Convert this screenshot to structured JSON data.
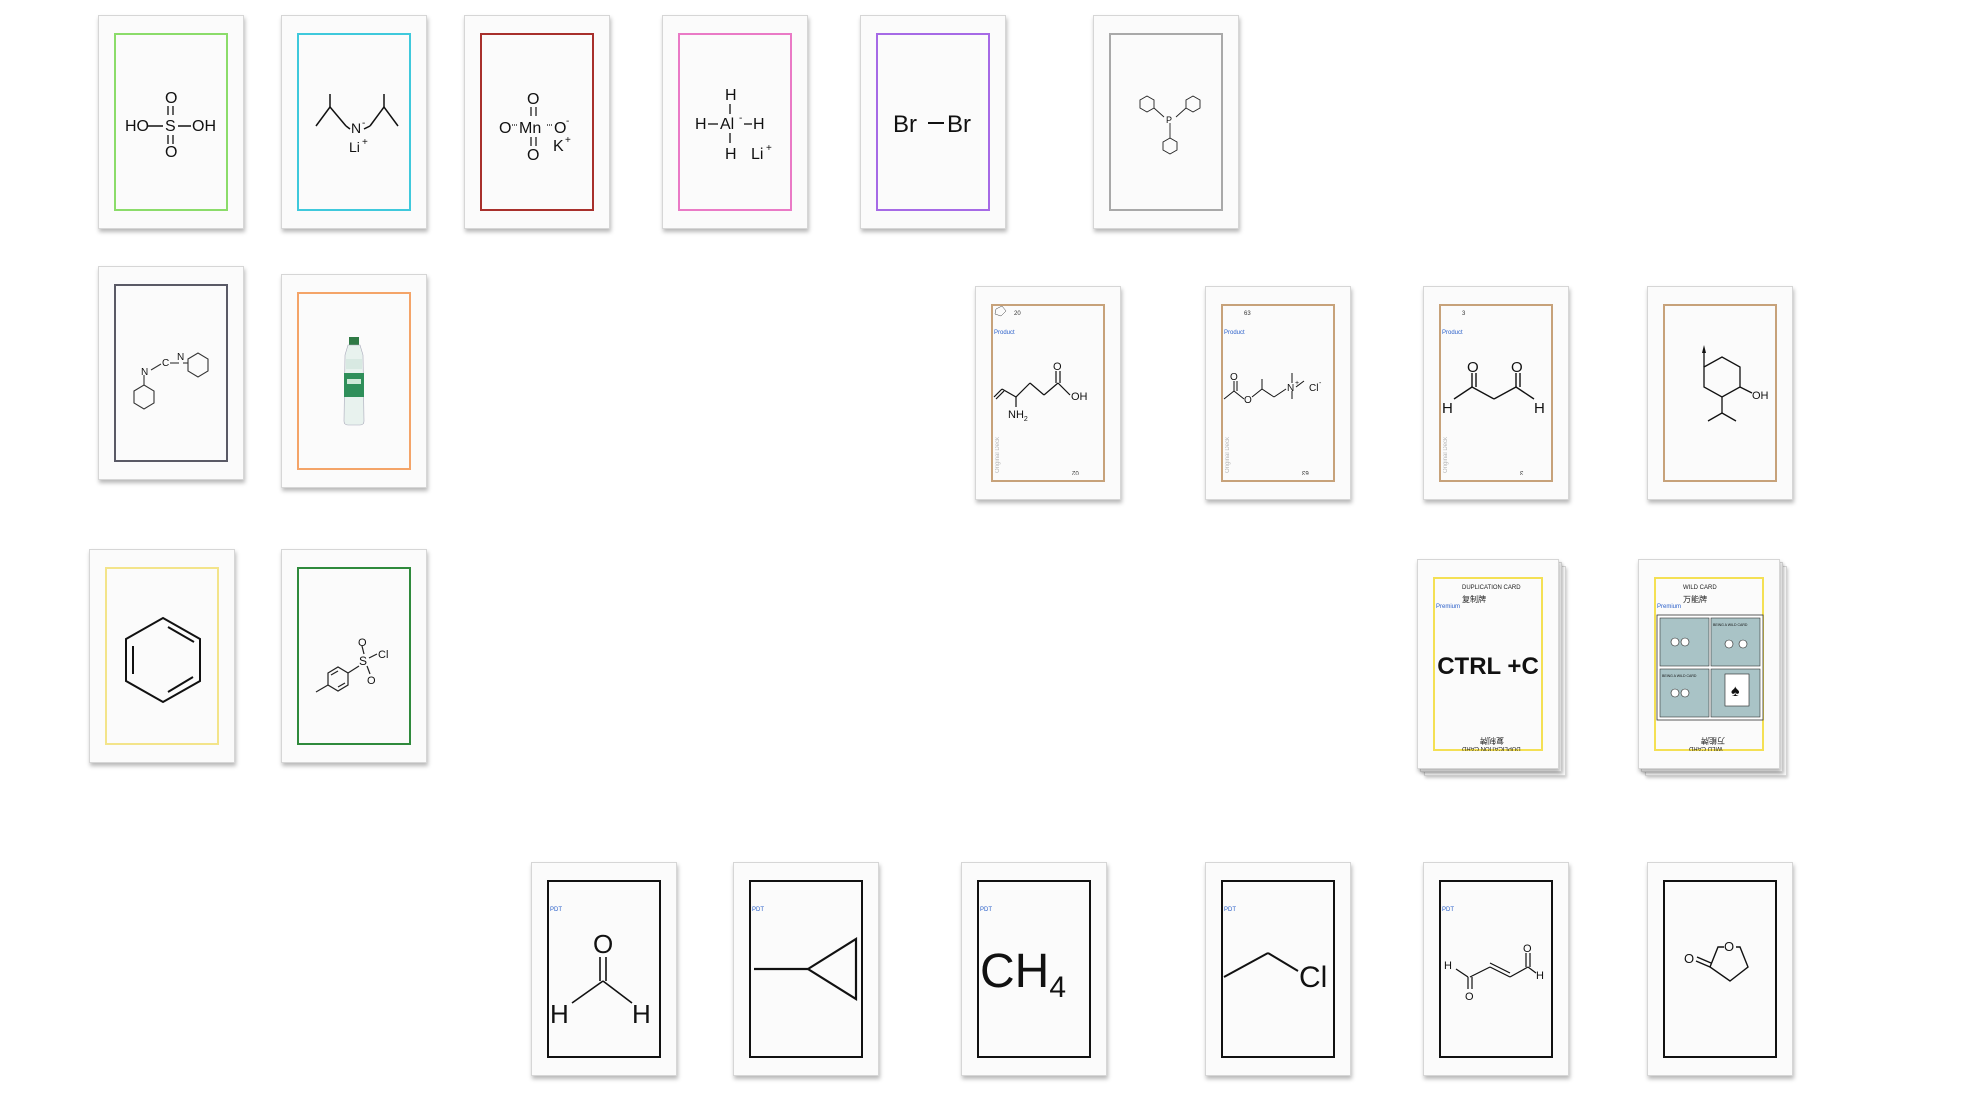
{
  "cards": {
    "sulfuric": {
      "ho_left": "HO",
      "s": "S",
      "oh_right": "OH",
      "o_top": "O",
      "o_bot": "O",
      "color": "#8bdc6a"
    },
    "lda": {
      "n": "N",
      "n_charge": "-",
      "li": "Li",
      "li_charge": "+",
      "color": "#3fc9dc"
    },
    "kmno4": {
      "o_left": "O",
      "mn": "Mn",
      "o_right": "O",
      "o_top": "O",
      "o_bot": "O",
      "k": "K",
      "k_charge": "+",
      "o_charge": "-",
      "color": "#a8302c"
    },
    "lialh4": {
      "h_top": "H",
      "h_left": "H",
      "al": "Al",
      "al_charge": "-",
      "h_right": "H",
      "h_bot": "H",
      "li": "Li",
      "li_charge": "+",
      "color": "#ea7ac6"
    },
    "bromine": {
      "br_left": "Br",
      "br_right": "Br",
      "color": "#a66ae6"
    },
    "pph3": {
      "p": "P",
      "color": "#a9a9a9"
    },
    "dcc": {
      "n1": "N",
      "c": "C",
      "n2": "N",
      "color": "#5a5a66"
    },
    "water": {
      "color": "#f4a468"
    },
    "benzene": {
      "color": "#f3e48a"
    },
    "tscl": {
      "s": "S",
      "o1": "O",
      "o2": "O",
      "cl": "Cl",
      "color": "#2f8a3c"
    },
    "amino": {
      "nh2": "NH",
      "nh2_sub": "2",
      "o": "O",
      "oh": "OH",
      "label": "Product",
      "num": "20",
      "num_bot": "02",
      "vert": "Original Deck",
      "color": "#c7a27a"
    },
    "choline": {
      "o1": "O",
      "o2": "O",
      "n": "N",
      "n_charge": "+",
      "cl": "Cl",
      "cl_charge": "-",
      "label": "Product",
      "num": "63",
      "num_bot": "63",
      "vert": "Original Deck",
      "color": "#c7a27a"
    },
    "malon": {
      "o1": "O",
      "o2": "O",
      "h1": "H",
      "h2": "H",
      "label": "Product",
      "num": "3",
      "num_bot": "3",
      "vert": "Original Deck",
      "color": "#c7a27a"
    },
    "menthol": {
      "oh": "OH",
      "color": "#c7a27a"
    },
    "dup": {
      "title_en": "DUPLICATION CARD",
      "title_cn": "复制牌",
      "tier": "Premium",
      "big": "CTRL +C",
      "color": "#f4e054"
    },
    "wild": {
      "title_en": "WILD CARD",
      "title_cn": "万能牌",
      "tier": "Premium",
      "color": "#f4e054",
      "panel1": "BEING A WILD CARD",
      "panel2": "BEING A WILD CARD"
    },
    "formal": {
      "o": "O",
      "h1": "H",
      "h2": "H",
      "label": "PDT",
      "color": "#111111"
    },
    "cyclo": {
      "label": "PDT",
      "color": "#111111"
    },
    "methane": {
      "ch": "CH",
      "sub": "4",
      "label": "PDT",
      "color": "#111111"
    },
    "chloro": {
      "cl": "Cl",
      "label": "PDT",
      "color": "#111111"
    },
    "fumar": {
      "h1": "H",
      "h2": "H",
      "o1": "O",
      "o2": "O",
      "label": "PDT",
      "color": "#111111"
    },
    "lactone": {
      "o1": "O",
      "o2": "O",
      "color": "#111111"
    }
  }
}
